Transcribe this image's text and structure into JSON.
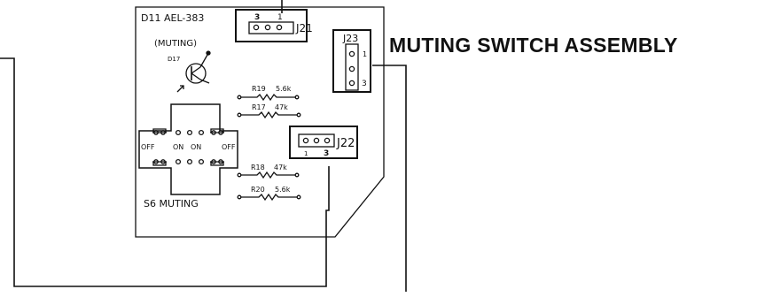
{
  "heading": "MUTING SWITCH ASSEMBLY",
  "board": {
    "id": "D11  AEL-383"
  },
  "muting_led": {
    "label": "(MUTING)",
    "ref": "D17"
  },
  "resistors": {
    "r19": {
      "ref": "R19",
      "value": "5.6k"
    },
    "r17": {
      "ref": "R17",
      "value": "47k"
    },
    "r18": {
      "ref": "R18",
      "value": "47k"
    },
    "r20": {
      "ref": "R20",
      "value": "5.6k"
    }
  },
  "connectors": {
    "j21": {
      "name": "J21",
      "pin_left": "3",
      "pin_right": "1"
    },
    "j23": {
      "name": "J23",
      "pin_top": "1",
      "pin_bottom": "3"
    },
    "j22": {
      "name": "J22",
      "pin_left": "1",
      "pin_right": "3"
    }
  },
  "switch": {
    "name": "S6  MUTING",
    "positions": [
      "OFF",
      "ON",
      "ON",
      "OFF"
    ]
  },
  "colors": {
    "ink": "#111111",
    "background": "#ffffff"
  }
}
